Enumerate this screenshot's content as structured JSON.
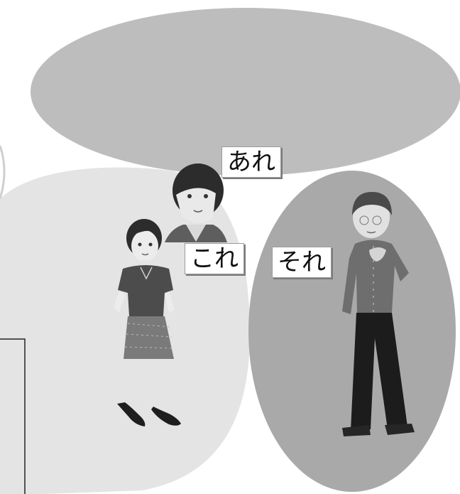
{
  "labels": {
    "are": "あれ",
    "kore": "これ",
    "sore": "それ"
  },
  "colors": {
    "background": "#ffffff",
    "far_zone": "#bdbdbd",
    "speaker_zone": "#e4e4e4",
    "listener_zone": "#a9a9a9"
  }
}
